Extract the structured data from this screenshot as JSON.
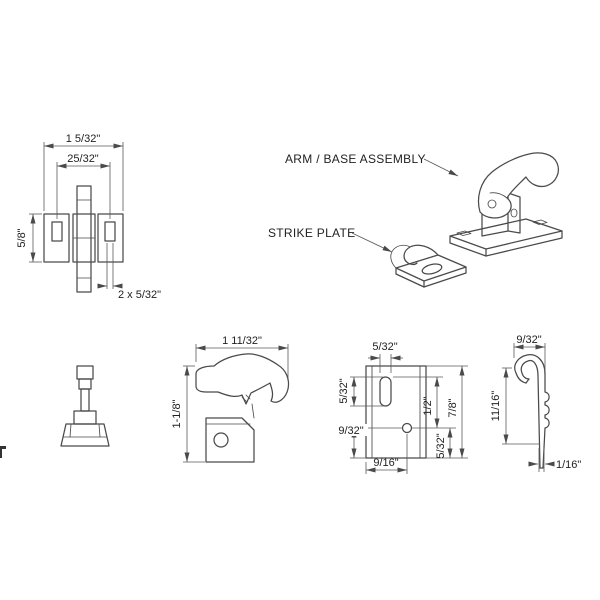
{
  "labels": {
    "arm_base_assembly": "ARM / BASE ASSEMBLY",
    "strike_plate": "STRIKE PLATE"
  },
  "dims": {
    "plan": {
      "overall_width": "1 5/32\"",
      "inner_width": "25/32\"",
      "height": "5/8\"",
      "slots_note": "2 x 5/32\""
    },
    "arm_side": {
      "length": "1 11/32\"",
      "height": "1-1/8\""
    },
    "base_front": {
      "slot_width": "5/32\"",
      "slot_offset": "5/32\"",
      "hole_to_bottom": "9/32\"",
      "hole_from_left": "9/16\"",
      "mid": "1/2\"",
      "edge": "5/32\"",
      "overall_height": "7/8\""
    },
    "plate_side": {
      "hook_depth": "9/32\"",
      "height": "11/16\"",
      "thickness": "1/16\""
    }
  },
  "colors": {
    "background": "#ffffff",
    "line": "#4a4a4a",
    "text": "#222222"
  }
}
